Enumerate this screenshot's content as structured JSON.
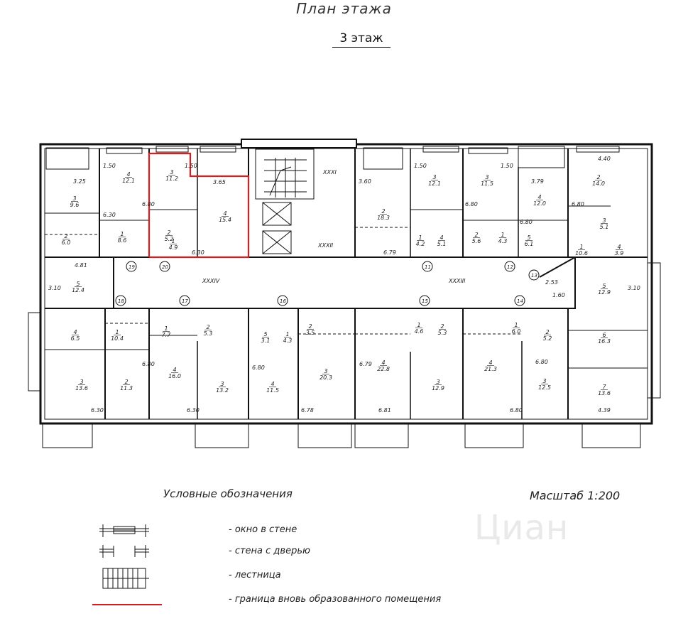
{
  "header": {
    "title": "План этажа",
    "floor_label": "3 этаж"
  },
  "plan": {
    "corridor_marks": [
      "XXXIV",
      "XXXIII",
      "XXXI",
      "XXXII"
    ],
    "axis_marks": [
      "19",
      "20",
      "18",
      "17",
      "16",
      "15",
      "14",
      "11",
      "12",
      "13"
    ],
    "dims": [
      "3.25",
      "6.30",
      "6.80",
      "3.65",
      "6.30",
      "1.50",
      "1.50",
      "1.50",
      "1.50",
      "3.60",
      "6.79",
      "3.79",
      "6.80",
      "4.40",
      "6.80",
      "4.81",
      "3.10",
      "3.10",
      "2.53",
      "1.60",
      "6.30",
      "6.30",
      "6.78",
      "6.81",
      "6.80",
      "6.80",
      "4.39",
      "6.80",
      "6.79",
      "6.80",
      "6.80"
    ],
    "rooms": [
      {
        "n": "3",
        "a": "9.6"
      },
      {
        "n": "4",
        "a": "12.1"
      },
      {
        "n": "2",
        "a": "6.0"
      },
      {
        "n": "1",
        "a": "8.6"
      },
      {
        "n": "3",
        "a": "11.2"
      },
      {
        "n": "2",
        "a": "5.2"
      },
      {
        "n": "1",
        "a": "4.9"
      },
      {
        "n": "4",
        "a": "15.4"
      },
      {
        "n": "2",
        "a": "18.3"
      },
      {
        "n": "3",
        "a": "12.1"
      },
      {
        "n": "1",
        "a": "4.2"
      },
      {
        "n": "4",
        "a": "5.1"
      },
      {
        "n": "3",
        "a": "11.5"
      },
      {
        "n": "2",
        "a": "5.6"
      },
      {
        "n": "1",
        "a": "4.3"
      },
      {
        "n": "4",
        "a": "12.0"
      },
      {
        "n": "5",
        "a": "6.1"
      },
      {
        "n": "2",
        "a": "14.0"
      },
      {
        "n": "3",
        "a": "5.1"
      },
      {
        "n": "1",
        "a": "10.6"
      },
      {
        "n": "4",
        "a": "3.9"
      },
      {
        "n": "5",
        "a": "12.4"
      },
      {
        "n": "4",
        "a": "6.5"
      },
      {
        "n": "1",
        "a": "10.4"
      },
      {
        "n": "3",
        "a": "13.6"
      },
      {
        "n": "2",
        "a": "11.3"
      },
      {
        "n": "1",
        "a": "7.7"
      },
      {
        "n": "2",
        "a": "5.3"
      },
      {
        "n": "4",
        "a": "16.0"
      },
      {
        "n": "3",
        "a": "13.2"
      },
      {
        "n": "5",
        "a": "3.1"
      },
      {
        "n": "1",
        "a": "4.3"
      },
      {
        "n": "4",
        "a": "11.5"
      },
      {
        "n": "2",
        "a": "3.5"
      },
      {
        "n": "3",
        "a": "20.3"
      },
      {
        "n": "1",
        "a": "4.6"
      },
      {
        "n": "2",
        "a": "5.3"
      },
      {
        "n": "4",
        "a": "22.8"
      },
      {
        "n": "3",
        "a": "12.9"
      },
      {
        "n": "1",
        "a": "6.0"
      },
      {
        "n": "2",
        "a": "5.2"
      },
      {
        "n": "4",
        "a": "21.3"
      },
      {
        "n": "3",
        "a": "12.5"
      },
      {
        "n": "5",
        "a": "12.9"
      },
      {
        "n": "6",
        "a": "16.3"
      },
      {
        "n": "7",
        "a": "13.6"
      }
    ]
  },
  "legend": {
    "title": "Условные обозначения",
    "scale": "Масштаб 1:200",
    "items": [
      {
        "label": "- окно в стене",
        "symbol": "window-icon"
      },
      {
        "label": "- стена с дверью",
        "symbol": "door-icon"
      },
      {
        "label": "- лестница",
        "symbol": "stairs-icon"
      },
      {
        "label": "- граница вновь образованного помещения",
        "symbol": "red-boundary-line",
        "color": "#d21f1f"
      }
    ]
  },
  "watermark": "Циан",
  "colors": {
    "line": "#111111",
    "highlight": "#d21f1f"
  }
}
